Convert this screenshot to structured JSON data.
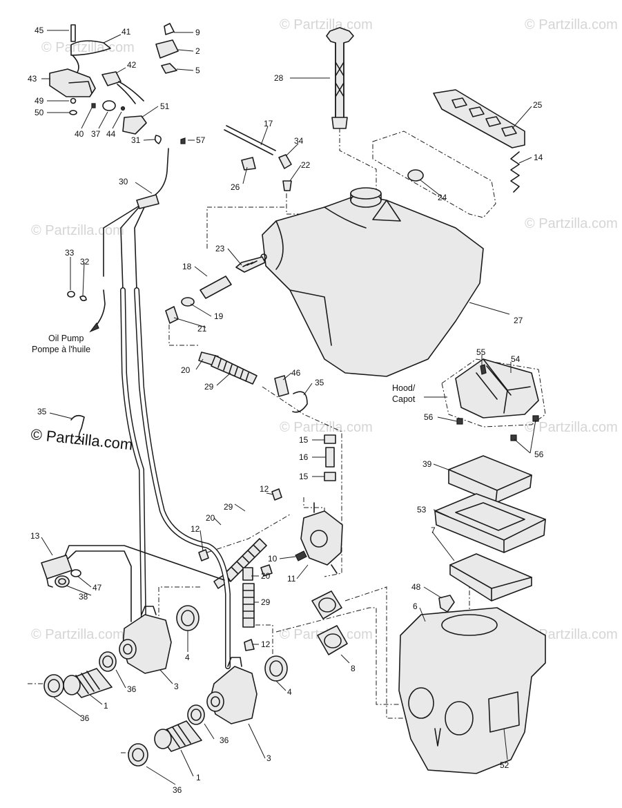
{
  "copyright": "© Partzilla.com",
  "watermark": "© Partzilla.com",
  "notes": {
    "oil_pump_en": "Oil Pump",
    "oil_pump_fr": "Pompe à l'huile",
    "hood_en": "Hood/",
    "hood_fr": "Capot"
  },
  "callouts": {
    "c45": "45",
    "c41": "41",
    "c9": "9",
    "c2": "2",
    "c5": "5",
    "c43": "43",
    "c42": "42",
    "c49": "49",
    "c50": "50",
    "c40": "40",
    "c37": "37",
    "c44": "44",
    "c51": "51",
    "c31": "31",
    "c57": "57",
    "c28": "28",
    "c25": "25",
    "c14": "14",
    "c24": "24",
    "c17": "17",
    "c34": "34",
    "c22": "22",
    "c26": "26",
    "c30": "30",
    "c33": "33",
    "c32": "32",
    "c23": "23",
    "c18": "18",
    "c19": "19",
    "c21": "21",
    "c27": "27",
    "c20a": "20",
    "c29a": "29",
    "c46": "46",
    "c35a": "35",
    "c35b": "35",
    "c55": "55",
    "c54": "54",
    "c56a": "56",
    "c56b": "56",
    "c15a": "15",
    "c16": "16",
    "c15b": "15",
    "c39": "39",
    "c12a": "12",
    "c29b": "29",
    "c20b": "20",
    "c12b": "12",
    "c53": "53",
    "c13": "13",
    "c10": "10",
    "c11": "11",
    "c7": "7",
    "c20c": "20",
    "c47": "47",
    "c38": "38",
    "c48": "48",
    "c29c": "29",
    "c6": "6",
    "c4a": "4",
    "c12c": "12",
    "c8": "8",
    "c3a": "3",
    "c4b": "4",
    "c36a": "36",
    "c1a": "1",
    "c36b": "36",
    "c36c": "36",
    "c3b": "3",
    "c1b": "1",
    "c36d": "36",
    "c52": "52"
  }
}
